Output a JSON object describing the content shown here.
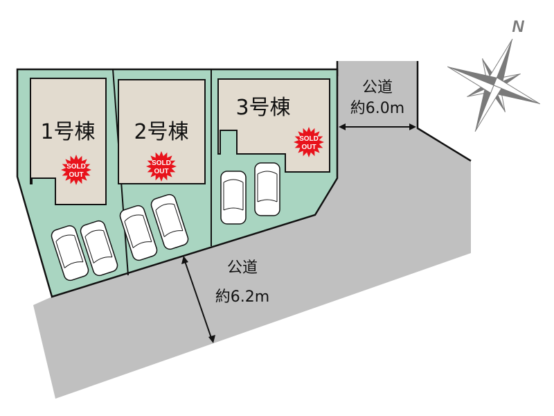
{
  "lots": [
    {
      "label": "1号棟",
      "status": "SOLD OUT",
      "status_line1": "SOLD",
      "status_line2": "OUT"
    },
    {
      "label": "2号棟",
      "status": "SOLD OUT",
      "status_line1": "SOLD",
      "status_line2": "OUT"
    },
    {
      "label": "3号棟",
      "status": "SOLD OUT",
      "status_line1": "SOLD",
      "status_line2": "OUT"
    }
  ],
  "roads": {
    "east": {
      "name": "公道",
      "width": "約6.0m"
    },
    "south": {
      "name": "公道",
      "width": "約6.2m"
    }
  },
  "compass": {
    "north_label": "N"
  },
  "colors": {
    "lot": "#a9d5c1",
    "building": "#e2dbcf",
    "road": "#c0c0c0",
    "sold": "#e8121b",
    "compass": "#7a7a7a"
  }
}
